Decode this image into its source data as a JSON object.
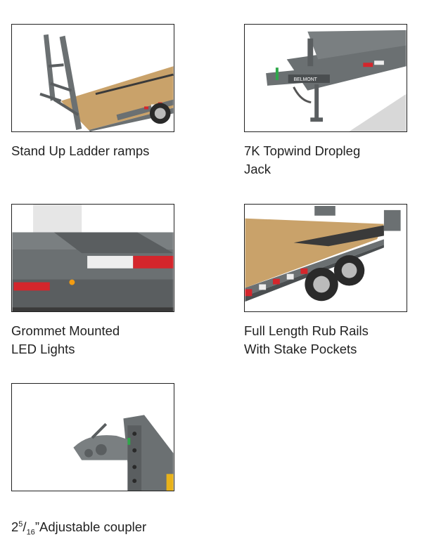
{
  "features": [
    {
      "caption": "Stand Up Ladder ramps",
      "image": "stand-up-ladder-ramps-photo"
    },
    {
      "caption": "7K Topwind Dropleg\nJack",
      "image": "topwind-dropleg-jack-photo",
      "brand_text": "BELMONT"
    },
    {
      "caption": "Grommet Mounted\nLED Lights",
      "image": "grommet-led-lights-photo"
    },
    {
      "caption": "Full Length Rub Rails\nWith Stake Pockets",
      "image": "rub-rails-stake-pockets-photo"
    },
    {
      "caption_main": "2",
      "caption_sup": "5",
      "caption_slash": "/",
      "caption_sub": "16",
      "caption_rest": "”Adjustable coupler",
      "image": "adjustable-coupler-photo"
    }
  ],
  "colors": {
    "frame_gray": "#6b7072",
    "frame_dark": "#4a4e50",
    "deck_wood": "#c9a26a",
    "reflector_red": "#d4262c",
    "reflector_white": "#eeeeee"
  }
}
